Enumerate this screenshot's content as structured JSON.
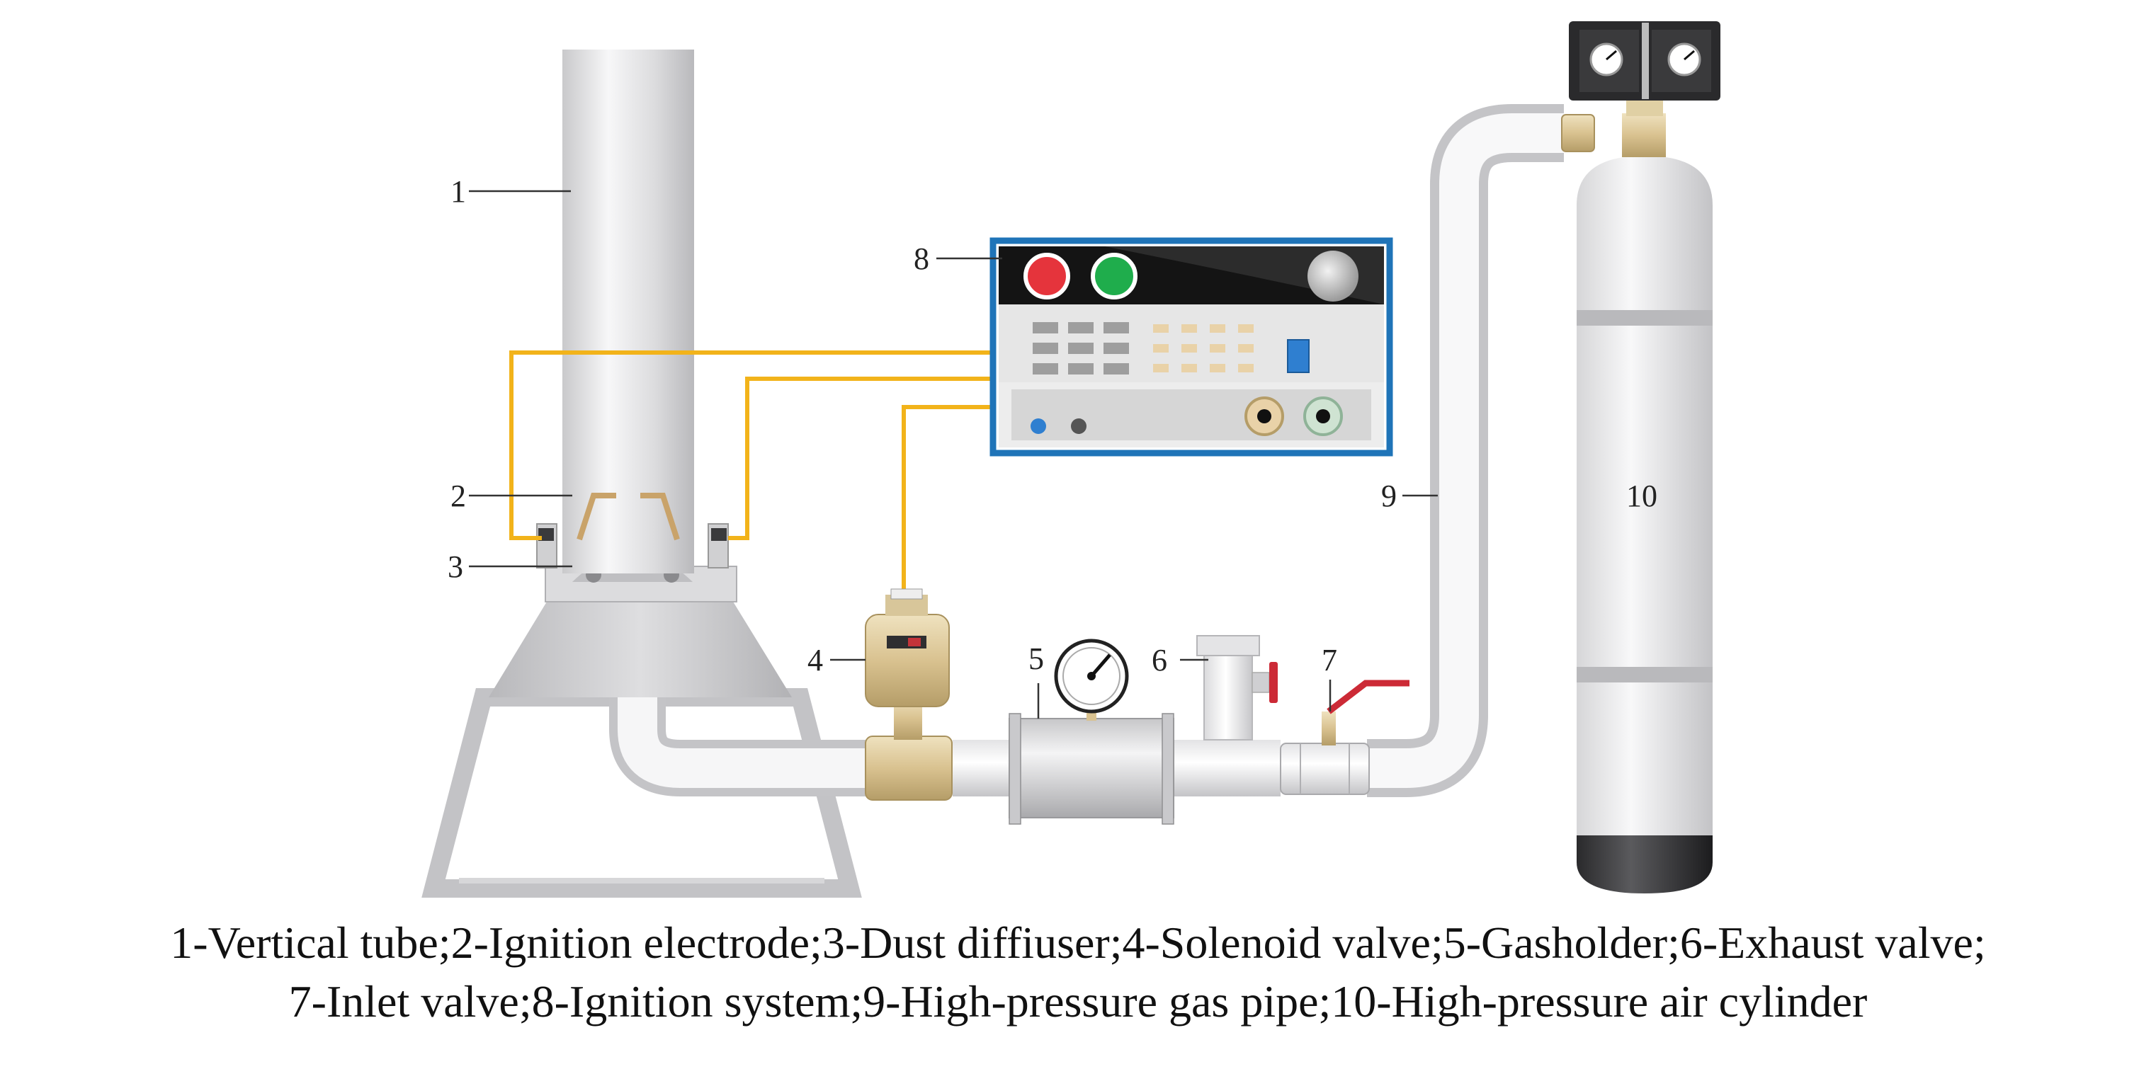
{
  "callouts": {
    "vertical_tube": "1",
    "ignition_electrode": "2",
    "dust_diffuser": "3",
    "solenoid_valve": "4",
    "gasholder": "5",
    "exhaust_valve": "6",
    "inlet_valve": "7",
    "ignition_system": "8",
    "gas_pipe": "9",
    "air_cylinder": "10"
  },
  "caption": {
    "line1": "1-Vertical tube;2-Ignition electrode;3-Dust diffiuser;4-Solenoid valve;5-Gasholder;6-Exhaust valve;",
    "line2": "7-Inlet valve;8-Ignition system;9-High-pressure gas pipe;10-High-pressure air cylinder"
  },
  "colors": {
    "wire": "#f2b31a",
    "panel_frame": "#1f74b8",
    "start_button": "#e5343c",
    "stop_button": "#1fad4c",
    "valve_handle": "#cc2a36",
    "brass": "#d9c290"
  }
}
